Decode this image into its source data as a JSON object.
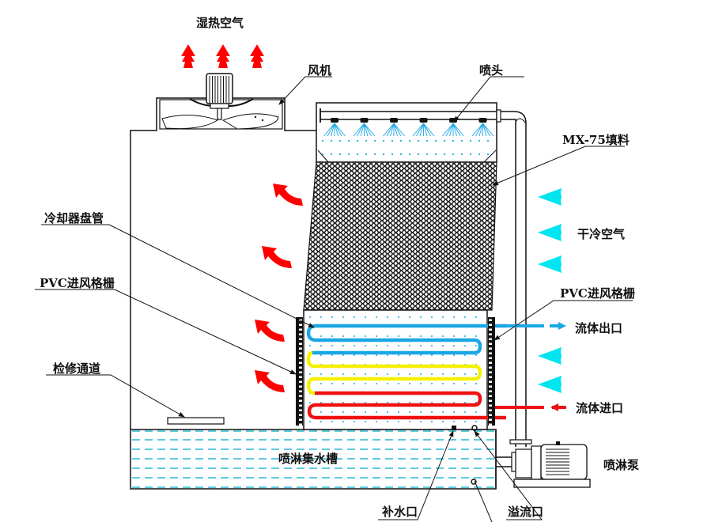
{
  "diagram": {
    "type": "closed-circuit cooling tower schematic",
    "labels": {
      "hot_humid_air": "湿热空气",
      "fan": "风机",
      "nozzle": "喷头",
      "fill": "MX-75填料",
      "dry_cold_air": "干冷空气",
      "coil": "冷却器盘管",
      "pvc_louver_left": "PVC进风格栅",
      "pvc_louver_right": "PVC进风格栅",
      "fluid_outlet": "流体出口",
      "fluid_inlet": "流体进口",
      "access_walkway": "检修通道",
      "spray_basin": "喷淋集水槽",
      "spray_pump": "喷淋泵",
      "makeup_water": "补水口",
      "overflow": "溢流口"
    },
    "colors": {
      "hot_air_arrow": "#ff0000",
      "cold_air_arrow": "#00e5f0",
      "coil_cold": "#1aa7e6",
      "coil_mid": "#f5f000",
      "coil_hot": "#ee1111",
      "water_dash": "#2ab8d6",
      "spray": "#1aa7e6",
      "outline": "#111111"
    },
    "counts": {
      "nozzles": 6,
      "hot_air_up_arrows": 3,
      "hot_air_curved_arrows": 4,
      "cold_air_arrows": 5
    }
  }
}
